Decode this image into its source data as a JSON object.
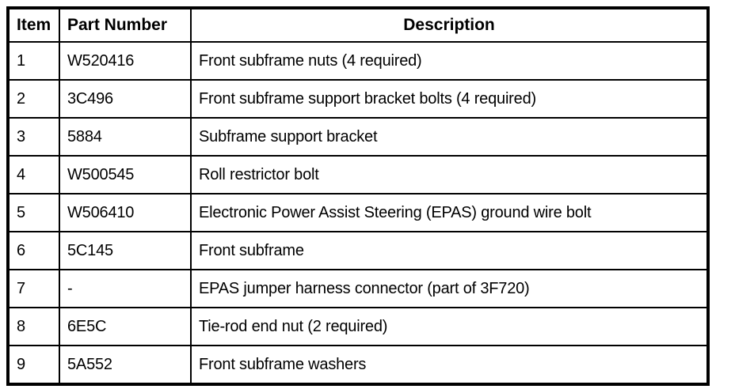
{
  "table": {
    "columns": [
      {
        "key": "item",
        "label": "Item"
      },
      {
        "key": "part_number",
        "label": "Part Number"
      },
      {
        "key": "description",
        "label": "Description"
      }
    ],
    "rows": [
      {
        "item": "1",
        "part_number": "W520416",
        "description": "Front subframe nuts (4 required)"
      },
      {
        "item": "2",
        "part_number": "3C496",
        "description": "Front subframe support bracket bolts (4 required)"
      },
      {
        "item": "3",
        "part_number": "5884",
        "description": "Subframe support bracket"
      },
      {
        "item": "4",
        "part_number": "W500545",
        "description": "Roll restrictor bolt"
      },
      {
        "item": "5",
        "part_number": "W506410",
        "description": "Electronic Power Assist Steering (EPAS) ground wire bolt"
      },
      {
        "item": "6",
        "part_number": "5C145",
        "description": "Front subframe"
      },
      {
        "item": "7",
        "part_number": "-",
        "description": "EPAS jumper harness connector (part of 3F720)"
      },
      {
        "item": "8",
        "part_number": "6E5C",
        "description": "Tie-rod end nut (2 required)"
      },
      {
        "item": "9",
        "part_number": "5A552",
        "description": "Front subframe washers"
      }
    ],
    "colors": {
      "border": "#000000",
      "background": "#ffffff",
      "text": "#000000"
    }
  }
}
